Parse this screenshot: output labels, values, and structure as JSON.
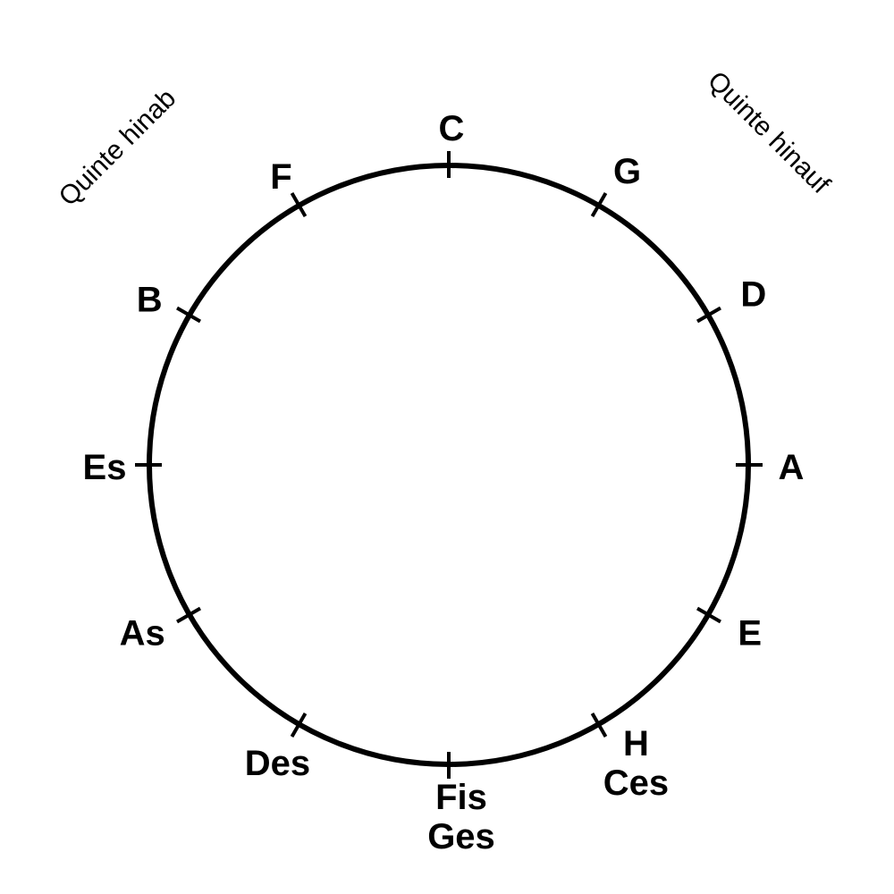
{
  "diagram": {
    "direction_down": "Quinte hinab",
    "direction_up": "Quinte hinauf",
    "notes": [
      {
        "lines": [
          "C"
        ]
      },
      {
        "lines": [
          "G"
        ]
      },
      {
        "lines": [
          "D"
        ]
      },
      {
        "lines": [
          "A"
        ]
      },
      {
        "lines": [
          "E"
        ]
      },
      {
        "lines": [
          "H",
          "Ces"
        ]
      },
      {
        "lines": [
          "Fis",
          "Ges"
        ]
      },
      {
        "lines": [
          "Des"
        ]
      },
      {
        "lines": [
          "As"
        ]
      },
      {
        "lines": [
          "Es"
        ]
      },
      {
        "lines": [
          "B"
        ]
      },
      {
        "lines": [
          "F"
        ]
      }
    ],
    "colors": {
      "line": "#000000",
      "background": "#ffffff"
    }
  }
}
